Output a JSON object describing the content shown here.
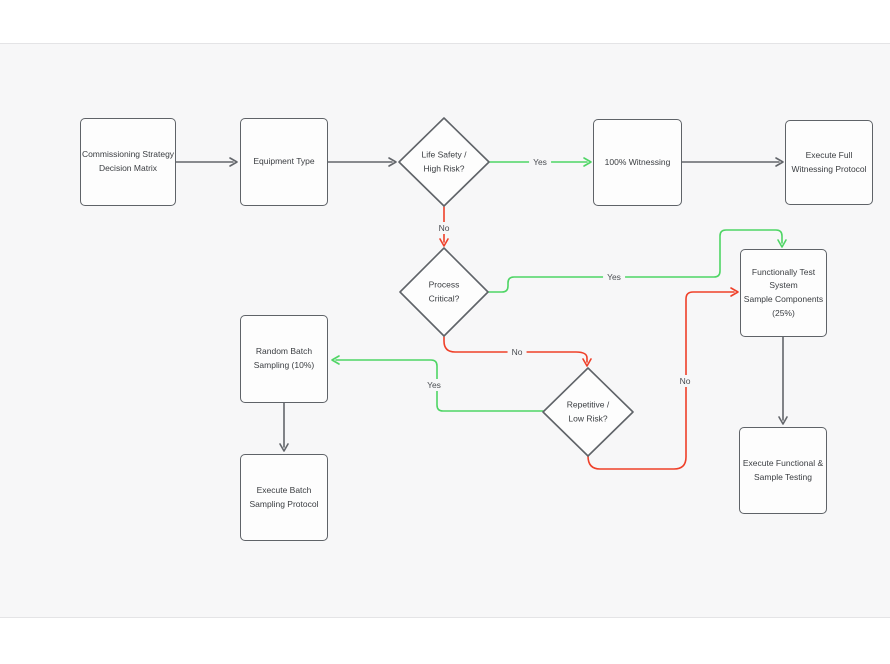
{
  "colors": {
    "canvas_bg": "#f7f7f8",
    "canvas_border": "#e4e4e6",
    "node_fill": "#fdfdfd",
    "node_border": "#5f6368",
    "node_text": "#3a3d41",
    "label_text": "#4a4d52",
    "neutral_edge": "#63666b",
    "yes_edge": "#4fd565",
    "no_edge": "#ef4029"
  },
  "flowchart": {
    "nodes": {
      "start": {
        "label": "Commissioning Strategy\nDecision Matrix"
      },
      "equipment_type": {
        "label": "Equipment Type"
      },
      "life_safety": {
        "label": "Life Safety /\nHigh Risk?"
      },
      "witnessing": {
        "label": "100% Witnessing"
      },
      "execute_full": {
        "label": "Execute Full\nWitnessing Protocol"
      },
      "process_critical": {
        "label": "Process\nCritical?"
      },
      "functional_test": {
        "label": "Functionally Test\nSystem\nSample Components\n(25%)"
      },
      "repetitive": {
        "label": "Repetitive /\nLow Risk?"
      },
      "random_batch": {
        "label": "Random Batch\nSampling (10%)"
      },
      "execute_batch": {
        "label": "Execute Batch\nSampling Protocol"
      },
      "execute_functional": {
        "label": "Execute Functional &\nSample Testing"
      }
    },
    "edge_labels": {
      "life_safety_yes": "Yes",
      "life_safety_no": "No",
      "process_yes": "Yes",
      "process_no": "No",
      "repetitive_yes": "Yes",
      "repetitive_no": "No"
    }
  }
}
